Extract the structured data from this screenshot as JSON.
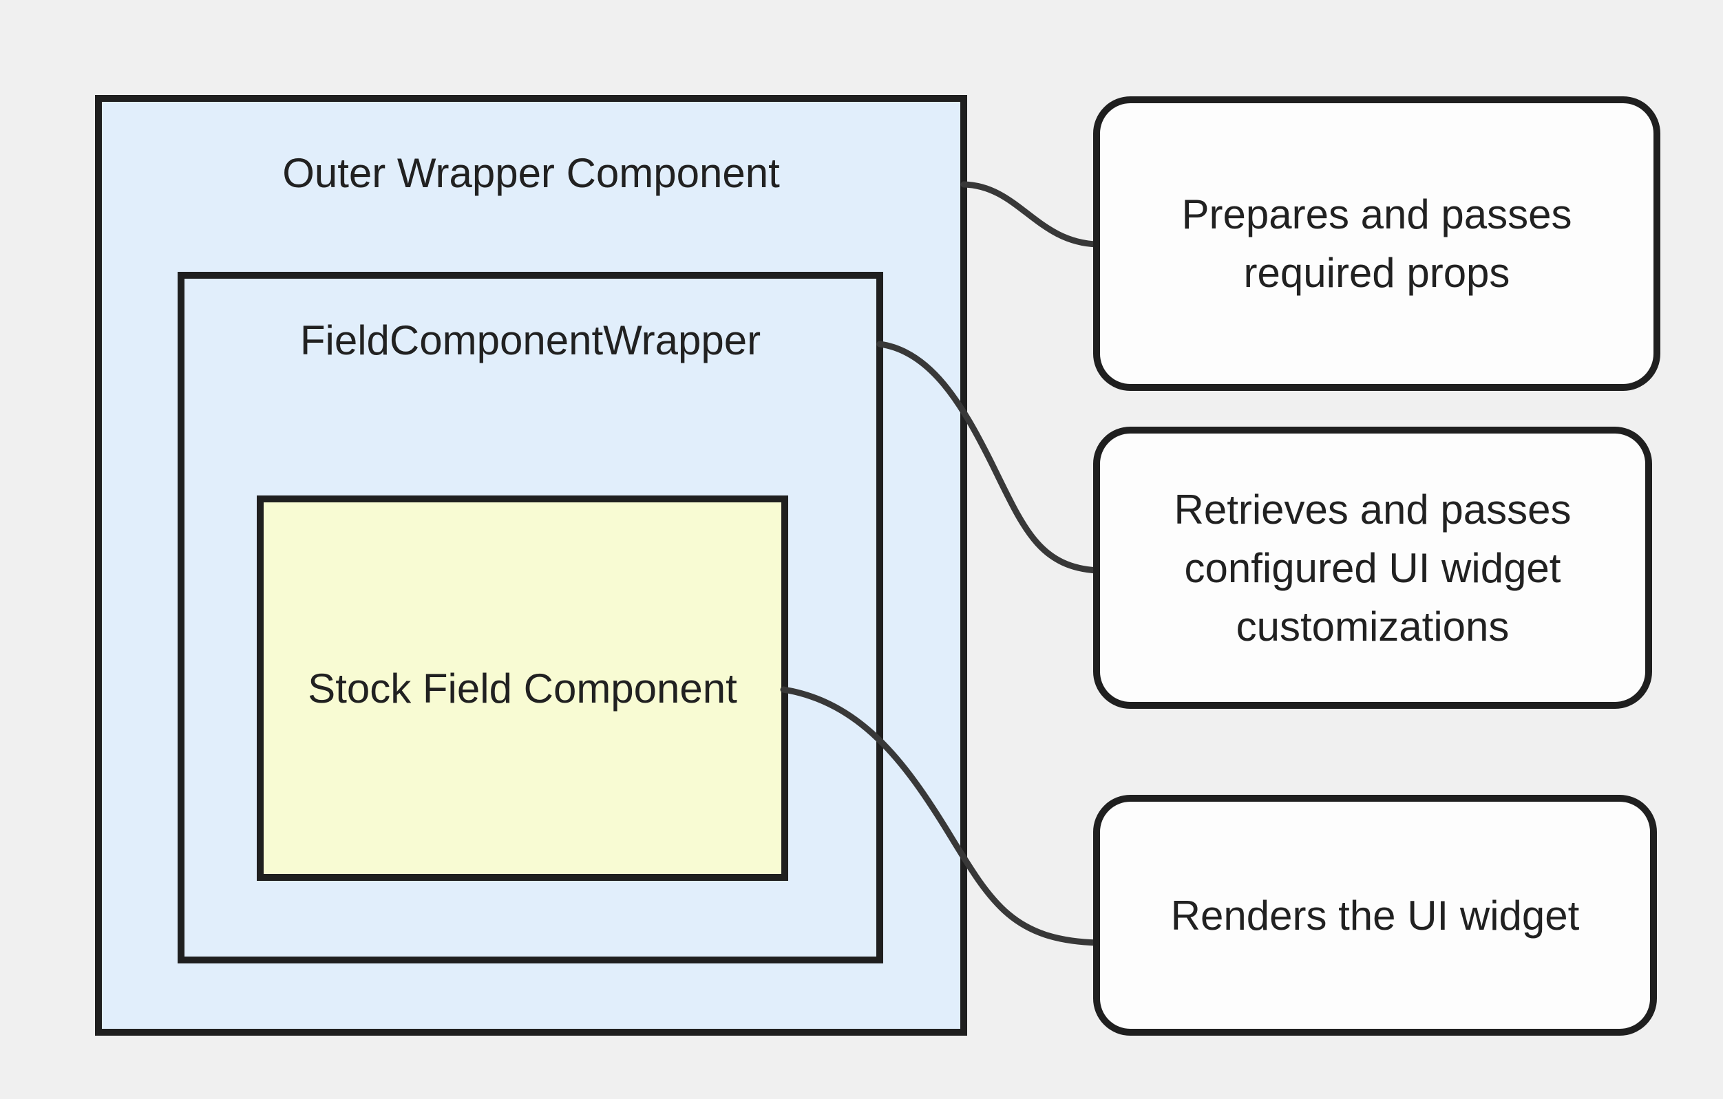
{
  "nodes": {
    "outer": {
      "label": "Outer Wrapper Component"
    },
    "field_wrapper": {
      "label": "FieldComponentWrapper"
    },
    "stock_field": {
      "label": "Stock Field Component"
    }
  },
  "callouts": [
    {
      "lines": [
        "Prepares and passes",
        "required props"
      ]
    },
    {
      "lines": [
        "Retrieves and passes",
        "configured UI widget",
        "customizations"
      ]
    },
    {
      "lines": [
        "Renders the UI widget"
      ]
    }
  ],
  "colors": {
    "background": "#f0f0f0",
    "node_fill_blue": "#e1eefb",
    "node_fill_yellow": "#f8fbd3",
    "callout_fill": "#fdfdfd",
    "outline": "#1f1f1f",
    "connector": "#383838",
    "text": "#212121"
  }
}
